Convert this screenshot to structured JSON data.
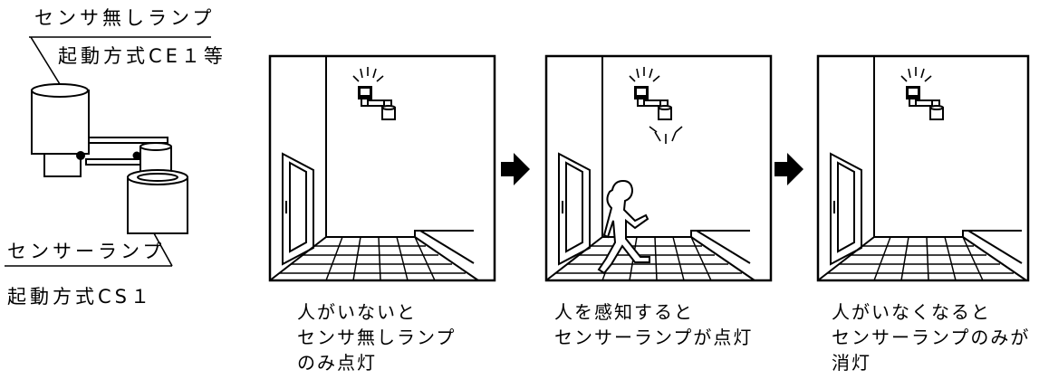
{
  "labels": {
    "sensorless_lamp": "センサ無しランプ",
    "sensorless_method": "起動方式CE１等",
    "sensor_lamp": "センサーランプ",
    "sensor_method": "起動方式CS１"
  },
  "captions": [
    {
      "line1": "人がいないと",
      "line2": "センサ無しランプ",
      "line3": "のみ点灯"
    },
    {
      "line1": "人を感知すると",
      "line2": "センサーランプが点灯",
      "line3": ""
    },
    {
      "line1": "人がいなくなると",
      "line2": "センサーランプのみが",
      "line3": "消灯"
    }
  ]
}
